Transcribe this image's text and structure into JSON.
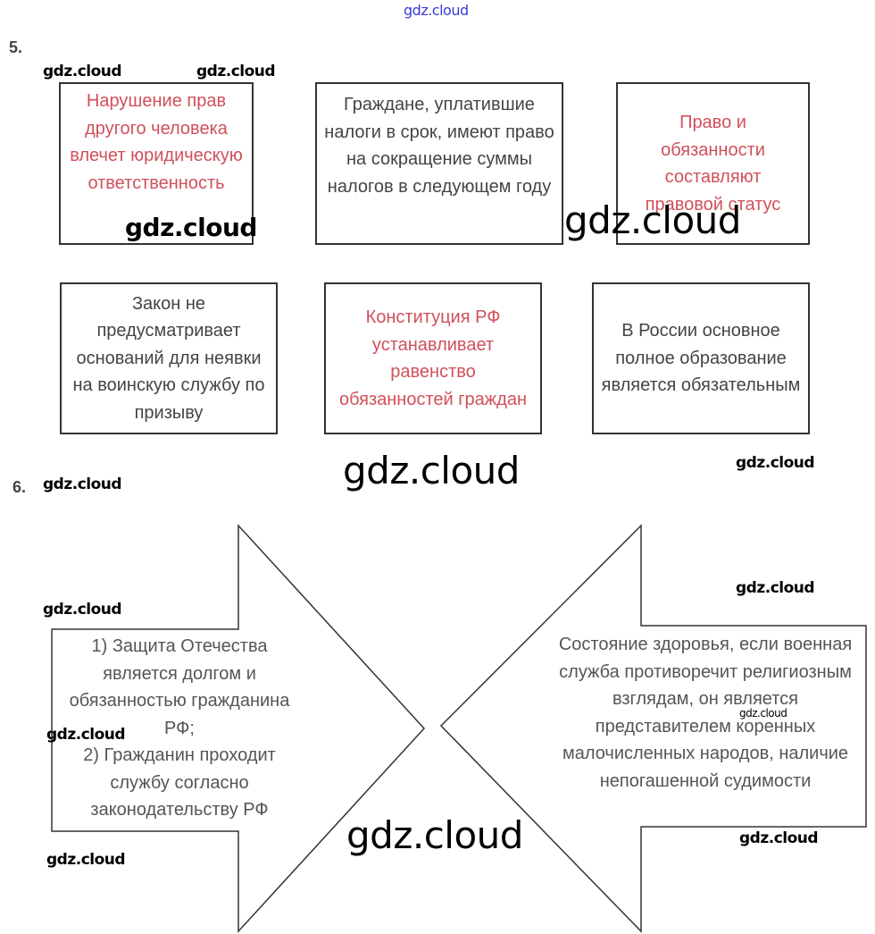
{
  "header_watermark": "gdz.cloud",
  "task5": {
    "number": "5.",
    "boxes": [
      {
        "text": "Нарушение прав другого человека влечет юридическую ответственность",
        "color": "#d0505a"
      },
      {
        "text": "Граждане, уплатившие налоги в срок, имеют право на сокращение суммы налогов в следующем году",
        "color": "#444444"
      },
      {
        "text": "Право и обязанности составляют правовой статус",
        "color": "#d0505a"
      },
      {
        "text": "Закон не предусматривает оснований для неявки на воинскую службу по призыву",
        "color": "#444444"
      },
      {
        "text": "Конституция РФ устанавливает равенство обязанностей граждан",
        "color": "#d0505a"
      },
      {
        "text": "В России основное полное образование является обязательным",
        "color": "#444444"
      }
    ]
  },
  "task6": {
    "number": "6.",
    "left_arrow_text": "1) Защита Отечества является долгом и обязанностью гражданина РФ;\n2) Гражданин проходит службу согласно законодательству РФ",
    "right_arrow_text": "Состояние здоровья, если военная служба противоречит религиозным взглядам, он является представителем коренных малочисленных народов, наличие непогашенной судимости"
  },
  "watermark": "gdz.cloud"
}
